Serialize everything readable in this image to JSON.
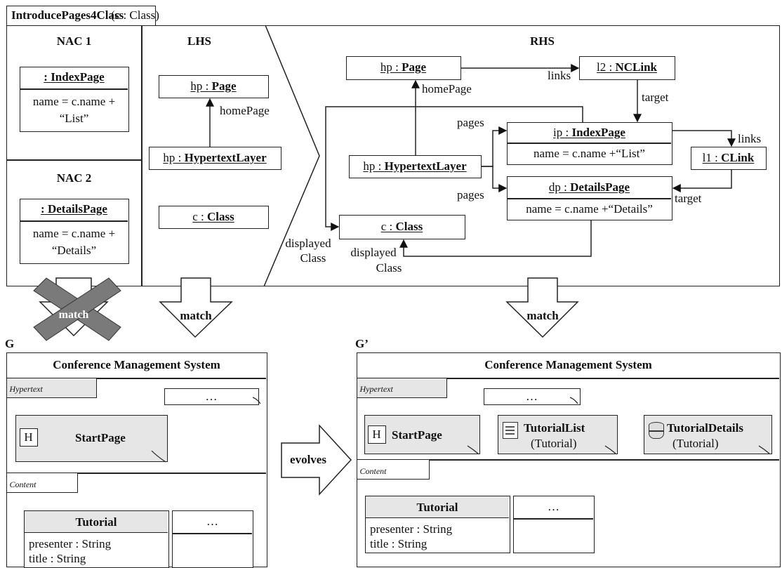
{
  "rule": {
    "name": "IntroducePages4Class",
    "param": "(c : Class)",
    "nac1": {
      "title": "NAC 1",
      "obj": ": IndexPage",
      "attr1": "name = c.name +",
      "attr2": "“List”"
    },
    "nac2": {
      "title": "NAC 2",
      "obj": ": DetailsPage",
      "attr1": "name = c.name +",
      "attr2": "“Details”"
    },
    "lhs": {
      "title": "LHS",
      "page_pre": "hp : ",
      "page_type": "Page",
      "homepage": "homePage",
      "layer_pre": "hp : ",
      "layer_type": "HypertextLayer",
      "class_pre": "c : ",
      "class_type": "Class"
    },
    "rhs": {
      "title": "RHS",
      "page_pre": "hp : ",
      "page_type": "Page",
      "homepage": "homePage",
      "ncl_pre": "l2 : ",
      "ncl_type": "NCLink",
      "links1": "links",
      "target1": "target",
      "pages1": "pages",
      "pages2": "pages",
      "ip_pre": "ip : ",
      "ip_type": "IndexPage",
      "ip_attr": "name = c.name +“List”",
      "links2": "links",
      "cl_pre": "l1 : ",
      "cl_type": "CLink",
      "layer_pre": "hp : ",
      "layer_type": "HypertextLayer",
      "dp_pre": "dp : ",
      "dp_type": "DetailsPage",
      "dp_attr": "name = c.name +“Details”",
      "target2": "target",
      "class_pre": "c : ",
      "class_type": "Class",
      "displayed1a": "displayed",
      "displayed1b": "Class",
      "displayed2a": "displayed",
      "displayed2b": "Class"
    }
  },
  "arrows": {
    "match_crossed": "match",
    "match_lhs": "match",
    "match_rhs": "match",
    "evolves": "evolves"
  },
  "model_g": {
    "label": "G",
    "title": "Conference Management System",
    "hypertext": "Hypertext",
    "ellipsis": "…",
    "h": "H",
    "start_page": "StartPage",
    "content": "Content",
    "tutorial": "Tutorial",
    "attr1": "presenter : String",
    "attr2": "title : String",
    "ellipsis2": "…"
  },
  "model_g2": {
    "label": "G’",
    "title": "Conference Management System",
    "hypertext": "Hypertext",
    "ellipsis": "…",
    "h": "H",
    "start_page": "StartPage",
    "tutorial_list": "TutorialList",
    "tutorial_list_sub": "(Tutorial)",
    "tutorial_details": "TutorialDetails",
    "tutorial_details_sub": "(Tutorial)",
    "content": "Content",
    "tutorial": "Tutorial",
    "attr1": "presenter : String",
    "attr2": "title : String",
    "ellipsis2": "…"
  }
}
